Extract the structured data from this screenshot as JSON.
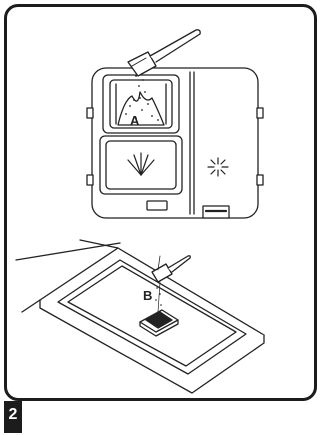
{
  "figure": {
    "step_number": "2",
    "label_top": "A",
    "label_bottom": "B",
    "border_color": "#1c1c1c"
  },
  "icons": [
    "detergent-scoop-icon",
    "spray-arms-icon",
    "sparkle-icon"
  ]
}
